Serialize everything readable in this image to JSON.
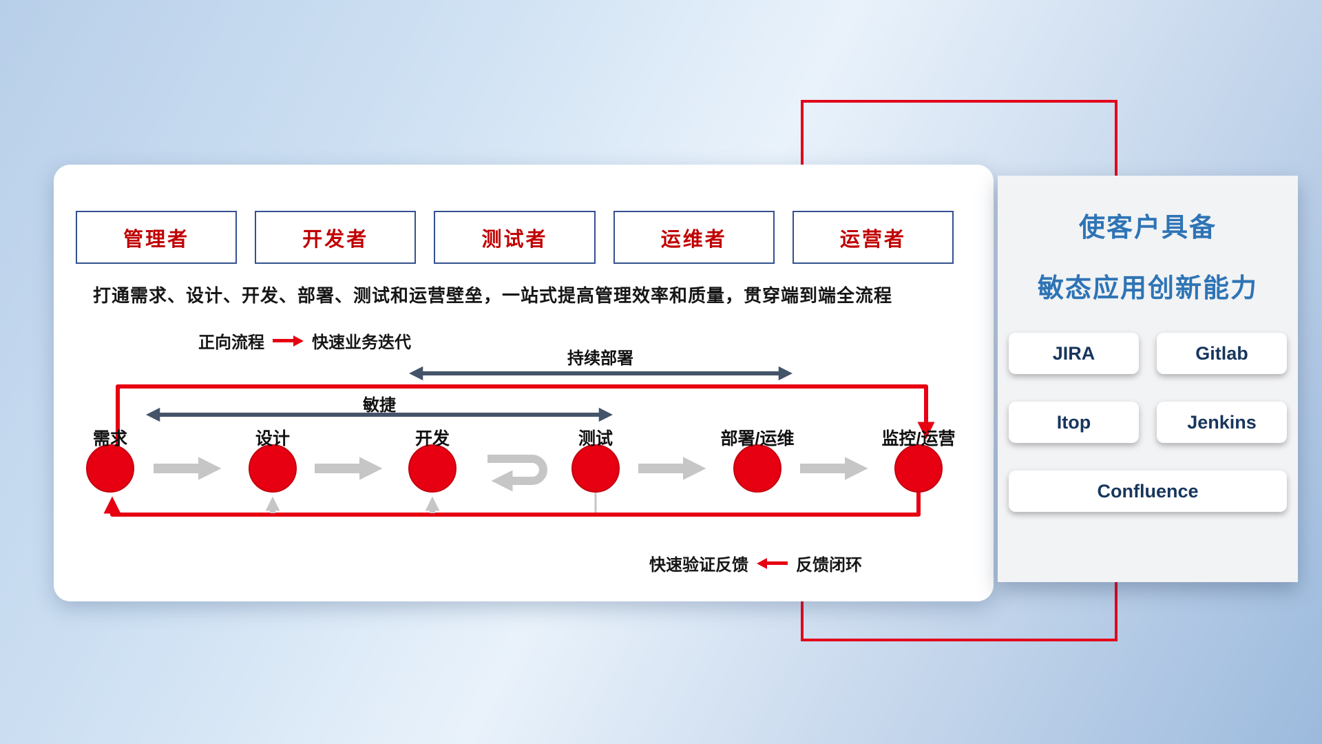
{
  "roles": [
    "管理者",
    "开发者",
    "测试者",
    "运维者",
    "运营者"
  ],
  "description": "打通需求、设计、开发、部署、测试和运营壁垒，一站式提高管理效率和质量，贯穿端到端全流程",
  "legend_forward": {
    "label": "正向流程",
    "value": "快速业务迭代"
  },
  "legend_feedback": {
    "label": "快速验证反馈",
    "value": "反馈闭环"
  },
  "flow": {
    "stages": [
      "需求",
      "设计",
      "开发",
      "测试",
      "部署/运维",
      "监控/运营"
    ],
    "agile_label": "敏捷",
    "continuous_deploy_label": "持续部署"
  },
  "side_panel": {
    "title_line1": "使客户具备",
    "title_line2": "敏态应用创新能力",
    "tools": [
      "JIRA",
      "Gitlab",
      "Itop",
      "Jenkins",
      "Confluence"
    ]
  },
  "colors": {
    "red": "#e60012",
    "navy_arrow": "#44546a",
    "gray_arrow": "#c6c6c6",
    "role_border": "#33508f",
    "role_text": "#c00000",
    "title_blue": "#2e74b5",
    "tool_text": "#17365d"
  }
}
